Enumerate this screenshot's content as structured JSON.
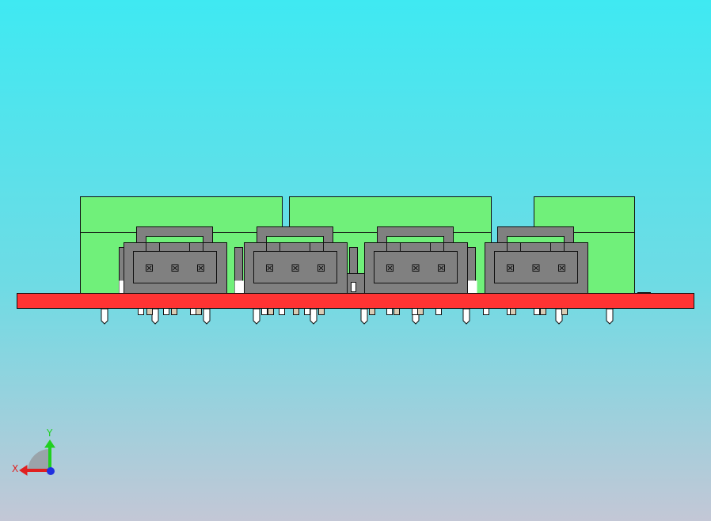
{
  "view": {
    "background_top": "#3fe9f2",
    "background_bottom": "#c3c7d6"
  },
  "model": {
    "board_color": "#ff3333",
    "terminal_block_color": "#70f07a",
    "connector_color": "#808080",
    "pin_color": "#ffffff",
    "pin_shadow_color": "#d8ccb4",
    "connector_count": 4,
    "terminal_block_count": 3,
    "pins_per_connector": 3
  },
  "triad": {
    "x_label": "X",
    "y_label": "Y",
    "x_color": "#e02020",
    "y_color": "#20d020",
    "z_color": "#2030e0"
  }
}
